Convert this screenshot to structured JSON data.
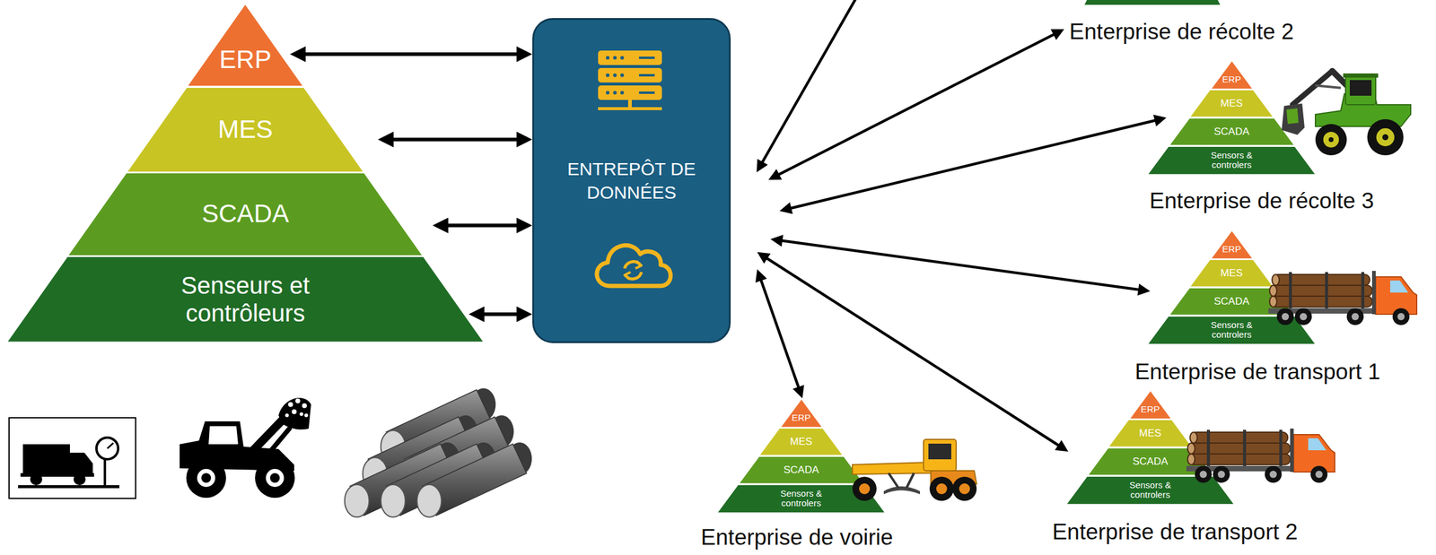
{
  "diagram": {
    "nodes": [
      {
        "text": [
          "ERP"
        ]
      },
      {
        "text": [
          "MES"
        ]
      },
      {
        "text": [
          "SCADA"
        ]
      },
      {
        "text": [
          "Senseurs et contrôleurs"
        ]
      },
      {
        "text": [
          "ENTREPÔT DE DONNÉES"
        ]
      },
      {
        "text": [
          "Enterprise de récolte 2"
        ]
      },
      {
        "text": [
          "Enterprise de récolte 3"
        ]
      },
      {
        "text": [
          "ERP"
        ],
        "in": 6
      },
      {
        "text": [
          "MES"
        ],
        "in": 6
      },
      {
        "text": [
          "SCADA"
        ],
        "in": 6
      },
      {
        "text": [
          "Sensors & controlers"
        ],
        "in": 6
      },
      {
        "text": [
          "Enterprise de transport 1"
        ]
      },
      {
        "text": [
          "ERP"
        ],
        "in": 11
      },
      {
        "text": [
          "MES"
        ],
        "in": 11
      },
      {
        "text": [
          "SCADA"
        ],
        "in": 11
      },
      {
        "text": [
          "Sensors & controlers"
        ],
        "in": 11
      },
      {
        "text": [
          "Enterprise de transport 2"
        ]
      },
      {
        "text": [
          "ERP"
        ],
        "in": 16
      },
      {
        "text": [
          "MES"
        ],
        "in": 16
      },
      {
        "text": [
          "SCADA"
        ],
        "in": 16
      },
      {
        "text": [
          "Sensors & controlers"
        ],
        "in": 16
      },
      {
        "text": [
          "Enterprise de voirie"
        ]
      },
      {
        "text": [
          "ERP"
        ],
        "in": 21
      },
      {
        "text": [
          "MES"
        ],
        "in": 21
      },
      {
        "text": [
          "SCADA"
        ],
        "in": 21
      },
      {
        "text": [
          "Sensors & controlers"
        ],
        "in": 21
      }
    ],
    "edges": [
      {
        "from": 0,
        "to": 4,
        "arrow": "both"
      },
      {
        "from": 1,
        "to": 4,
        "arrow": "both"
      },
      {
        "from": 2,
        "to": 4,
        "arrow": "both"
      },
      {
        "from": 3,
        "to": 4,
        "arrow": "both"
      },
      {
        "from": 4,
        "to": 5,
        "arrow": "both"
      },
      {
        "from": 4,
        "to": 6,
        "arrow": "both"
      },
      {
        "from": 4,
        "to": 11,
        "arrow": "both"
      },
      {
        "from": 4,
        "to": 16,
        "arrow": "both"
      },
      {
        "from": 4,
        "to": 21,
        "arrow": "both"
      }
    ]
  }
}
